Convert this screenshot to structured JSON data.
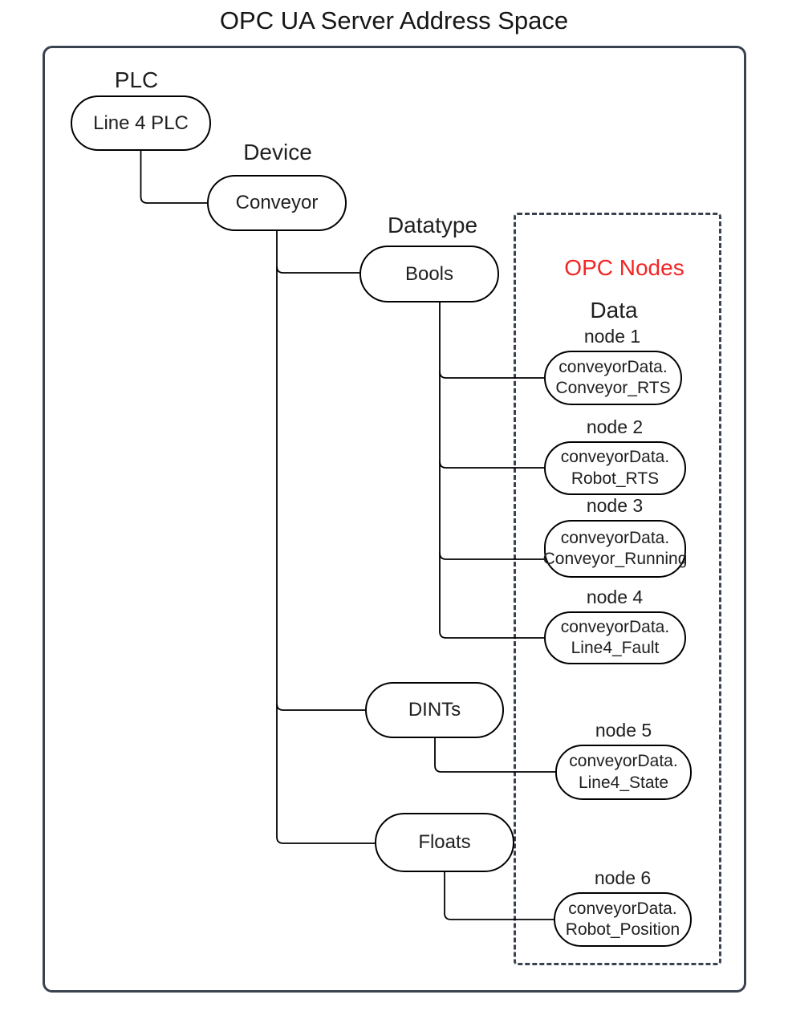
{
  "title": "OPC UA Server Address Space",
  "colors": {
    "frame": "#3a4250",
    "line": "#000000",
    "accent_red": "#f42525"
  },
  "tree": {
    "plc_label": "PLC",
    "plc_node": "Line 4 PLC",
    "device_label": "Device",
    "device_node": "Conveyor",
    "datatype_label": "Datatype",
    "type_bools": "Bools",
    "type_dints": "DINTs",
    "type_floats": "Floats"
  },
  "opc": {
    "panel_title": "OPC Nodes",
    "panel_subtitle": "Data",
    "nodes": [
      {
        "label": "node 1",
        "line1": "conveyorData.",
        "line2": "Conveyor_RTS"
      },
      {
        "label": "node 2",
        "line1": "conveyorData.",
        "line2": "Robot_RTS"
      },
      {
        "label": "node 3",
        "line1": "conveyorData.",
        "line2": "Conveyor_Running"
      },
      {
        "label": "node 4",
        "line1": "conveyorData.",
        "line2": "Line4_Fault"
      },
      {
        "label": "node 5",
        "line1": "conveyorData.",
        "line2": "Line4_State"
      },
      {
        "label": "node 6",
        "line1": "conveyorData.",
        "line2": "Robot_Position"
      }
    ]
  }
}
